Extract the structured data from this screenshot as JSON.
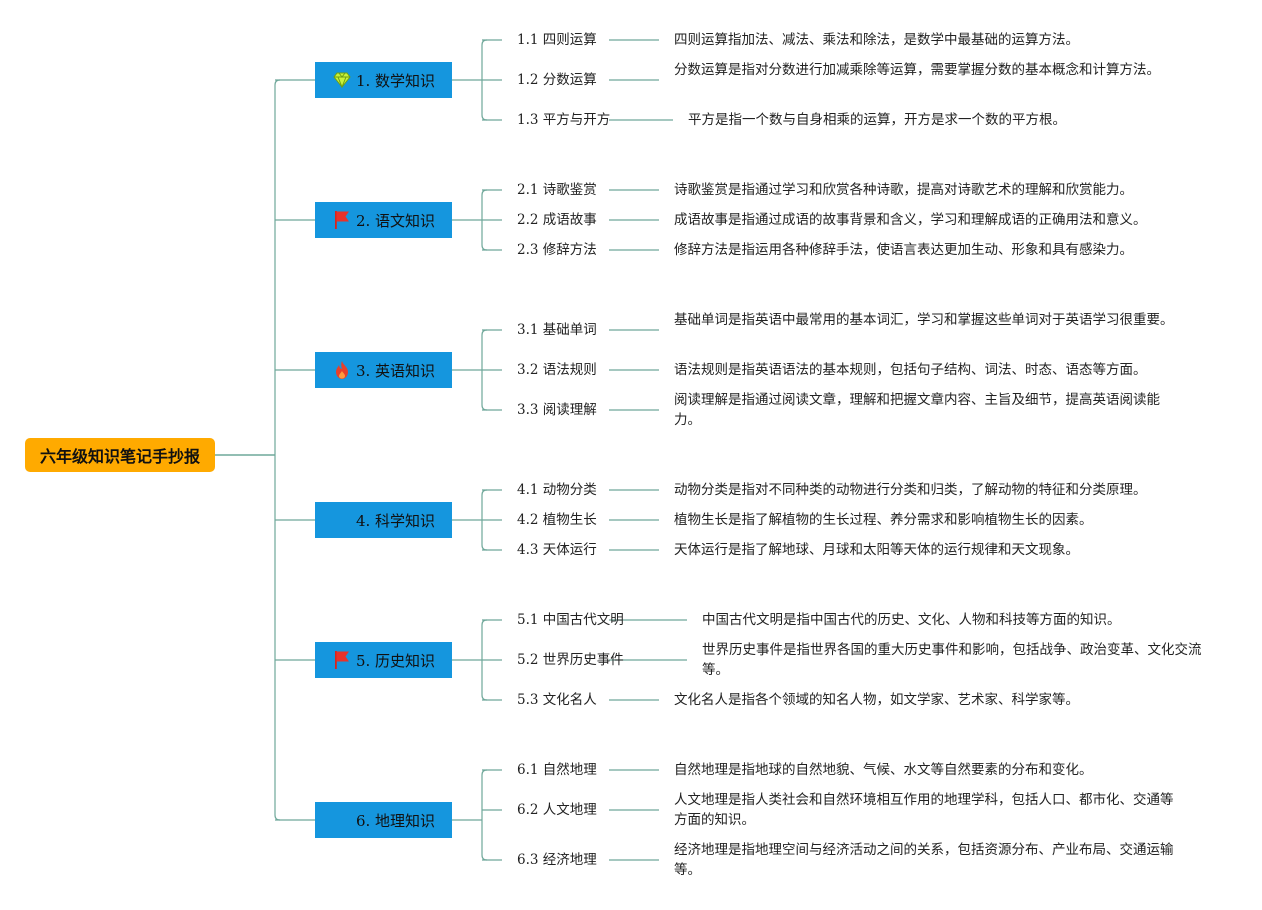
{
  "root": {
    "label": "六年级知识笔记手抄报",
    "color": "#FFAA00"
  },
  "line_color": "#6FA89A",
  "branch_color": "#1596DE",
  "branches": [
    {
      "label": "1. 数学知识",
      "icon": "diamond-icon",
      "items": [
        {
          "label": "1.1 四则运算",
          "desc": "四则运算指加法、减法、乘法和除法，是数学中最基础的运算方法。"
        },
        {
          "label": "1.2 分数运算",
          "desc": "分数运算是指对分数进行加减乘除等运算，需要掌握分数的基本概念和计算方法。"
        },
        {
          "label": "1.3 平方与开方",
          "desc": "平方是指一个数与自身相乘的运算，开方是求一个数的平方根。"
        }
      ]
    },
    {
      "label": "2. 语文知识",
      "icon": "flag-icon",
      "items": [
        {
          "label": "2.1 诗歌鉴赏",
          "desc": "诗歌鉴赏是指通过学习和欣赏各种诗歌，提高对诗歌艺术的理解和欣赏能力。"
        },
        {
          "label": "2.2 成语故事",
          "desc": "成语故事是指通过成语的故事背景和含义，学习和理解成语的正确用法和意义。"
        },
        {
          "label": "2.3 修辞方法",
          "desc": "修辞方法是指运用各种修辞手法，使语言表达更加生动、形象和具有感染力。"
        }
      ]
    },
    {
      "label": "3. 英语知识",
      "icon": "fire-icon",
      "items": [
        {
          "label": "3.1 基础单词",
          "desc": "基础单词是指英语中最常用的基本词汇，学习和掌握这些单词对于英语学习很重要。"
        },
        {
          "label": "3.2 语法规则",
          "desc": "语法规则是指英语语法的基本规则，包括句子结构、词法、时态、语态等方面。"
        },
        {
          "label": "3.3 阅读理解",
          "desc": "阅读理解是指通过阅读文章，理解和把握文章内容、主旨及细节，提高英语阅读能力。"
        }
      ]
    },
    {
      "label": "4. 科学知识",
      "icon": "",
      "items": [
        {
          "label": "4.1 动物分类",
          "desc": "动物分类是指对不同种类的动物进行分类和归类，了解动物的特征和分类原理。"
        },
        {
          "label": "4.2 植物生长",
          "desc": "植物生长是指了解植物的生长过程、养分需求和影响植物生长的因素。"
        },
        {
          "label": "4.3 天体运行",
          "desc": "天体运行是指了解地球、月球和太阳等天体的运行规律和天文现象。"
        }
      ]
    },
    {
      "label": "5. 历史知识",
      "icon": "flag-icon",
      "items": [
        {
          "label": "5.1 中国古代文明",
          "desc": "中国古代文明是指中国古代的历史、文化、人物和科技等方面的知识。"
        },
        {
          "label": "5.2 世界历史事件",
          "desc": "世界历史事件是指世界各国的重大历史事件和影响，包括战争、政治变革、文化交流等。"
        },
        {
          "label": "5.3 文化名人",
          "desc": "文化名人是指各个领域的知名人物，如文学家、艺术家、科学家等。"
        }
      ]
    },
    {
      "label": "6. 地理知识",
      "icon": "",
      "items": [
        {
          "label": "6.1 自然地理",
          "desc": "自然地理是指地球的自然地貌、气候、水文等自然要素的分布和变化。"
        },
        {
          "label": "6.2 人文地理",
          "desc": "人文地理是指人类社会和自然环境相互作用的地理学科，包括人口、都市化、交通等方面的知识。"
        },
        {
          "label": "6.3 经济地理",
          "desc": "经济地理是指地理空间与经济活动之间的关系，包括资源分布、产业布局、交通运输等。"
        }
      ]
    }
  ]
}
